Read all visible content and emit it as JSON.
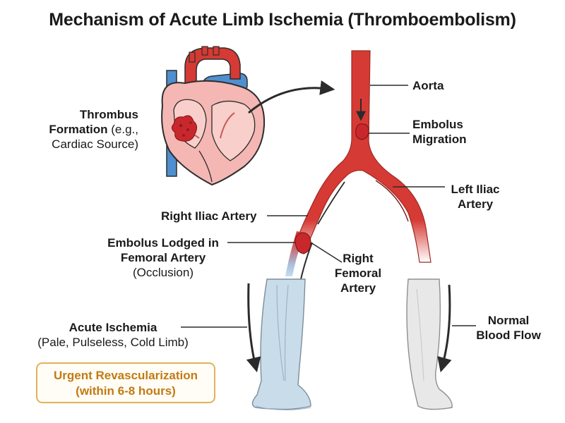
{
  "title": "Mechanism of Acute Limb Ischemia (Thromboembolism)",
  "labels": {
    "thrombus_bold": "Thrombus Formation",
    "thrombus_plain_1": "(e.g.,",
    "thrombus_plain_2": "Cardiac Source)",
    "aorta": "Aorta",
    "embolus_migration": "Embolus Migration",
    "left_iliac": "Left Iliac Artery",
    "right_iliac": "Right Iliac Artery",
    "embolus_lodged": "Embolus Lodged in Femoral Artery",
    "occlusion": "(Occlusion)",
    "right_femoral": "Right Femoral Artery",
    "acute_ischemia": "Acute Ischemia",
    "acute_ischemia_detail": "(Pale, Pulseless, Cold Limb)",
    "normal_flow": "Normal Blood Flow"
  },
  "callout": {
    "text": "Urgent Revascularization (within 6-8 hours)"
  },
  "colors": {
    "artery_red": "#d63a34",
    "vein_blue": "#4f8fcf",
    "clot_dark_red": "#b8232a",
    "ischemic_leg": "#c9dcea",
    "normal_leg": "#e8e8e8",
    "callout_border": "#e2b259",
    "callout_text": "#c27a12"
  }
}
